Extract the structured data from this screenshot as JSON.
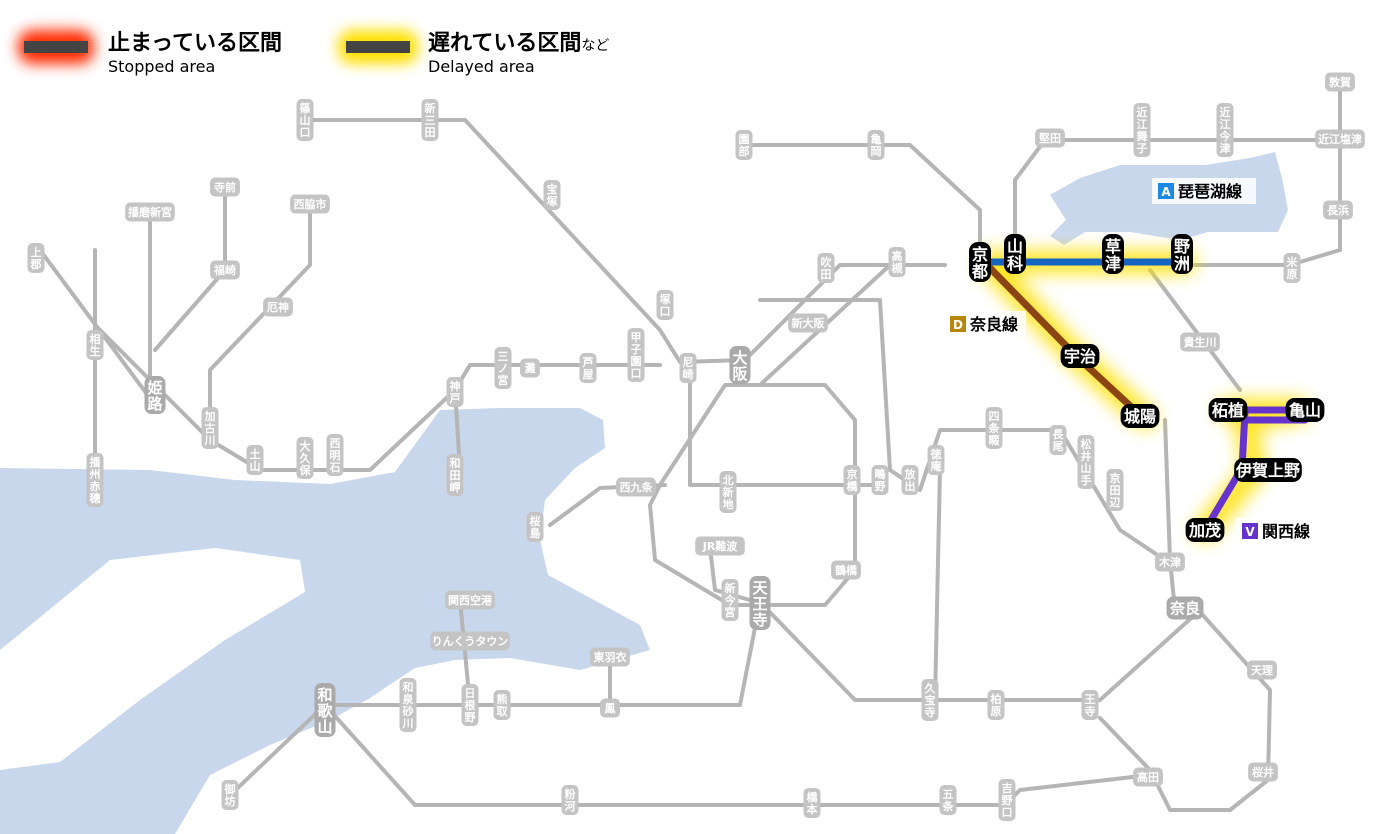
{
  "legend": {
    "stopped": {
      "label_ja": "止まっている区間",
      "label_en": "Stopped area",
      "glow": "#ff2a00"
    },
    "delayed": {
      "label_ja": "遅れている区間",
      "suffix": "など",
      "label_en": "Delayed area",
      "glow": "#ffe000"
    }
  },
  "colors": {
    "water": "#c9d7ed",
    "track": "#b5b5b5",
    "station_box": "#c4c4c4",
    "station_text": "#ffffff",
    "biwako": "#1565c0",
    "nara": "#8b4513",
    "kansai": "#6633cc",
    "major_box": "#000000"
  },
  "lines": {
    "biwako": {
      "badge": "A",
      "name": "琵琶湖線",
      "status": "delayed"
    },
    "nara": {
      "badge": "D",
      "name": "奈良線",
      "status": "delayed"
    },
    "kansai": {
      "badge": "V",
      "name": "関西線",
      "status": "delayed"
    }
  },
  "major_stations": [
    "京都",
    "山科",
    "草津",
    "野洲",
    "宇治",
    "城陽",
    "柘植",
    "亀山",
    "伊賀上野",
    "加茂"
  ],
  "stations": {
    "sasayamaguchi": "篠山口",
    "shinsanda": "新三田",
    "takarazuka": "宝塚",
    "tsukaguchi": "塚口",
    "amagasaki": "尼崎",
    "osaka": "大阪",
    "kitashinchi": "北新地",
    "shinosaka": "新大阪",
    "suita": "吹田",
    "takatsuki": "高槻",
    "sonobe": "園部",
    "kameoka": "亀岡",
    "katata": "堅田",
    "omimaiko": "近江舞子",
    "omiimazu": "近江今津",
    "tsuruga": "敦賀",
    "omishiotsu": "近江塩津",
    "nagahama": "長浜",
    "maibara": "米原",
    "kizugawadai": "木津",
    "nara": "奈良",
    "kibukawa": "貴生川",
    "kyobashi": "京橋",
    "shigino": "鴫野",
    "hanaten": "放出",
    "tsurumibashi": "鶴橋",
    "tennoji": "天王寺",
    "shinimamiya": "新今宮",
    "jrnamba": "JR難波",
    "nishikujo": "西九条",
    "sakurajima": "桜島",
    "kansaikuko": "関西空港",
    "rinku": "りんくうタウン",
    "higashihagoromo": "東羽衣",
    "hineno": "日根野",
    "kumatori": "熊取",
    "otori": "鳳",
    "izumisunagawa": "和泉砂川",
    "wakayama": "和歌山",
    "gobo": "御坊",
    "kokawa": "粉河",
    "hashimoto": "橋本",
    "gojo": "五条",
    "yoshinoguchi": "吉野口",
    "takada": "高田",
    "oji": "王寺",
    "kashiwara": "柏原",
    "kyuhoji": "久宝寺",
    "tenri": "天理",
    "sakurai": "桜井",
    "kyotanabe": "京田辺",
    "matsuiyamate": "松井山手",
    "nagao": "長尾",
    "shijonawate": "四条畷",
    "tokuan": "徳庵",
    "kobe": "神戸",
    "sannomiya": "三ノ宮",
    "nada": "灘",
    "ashiya": "芦屋",
    "koshienguchi": "甲子園口",
    "nishiakashi": "西明石",
    "okubo": "大久保",
    "dobashi": "土山",
    "kakogawa": "加古川",
    "yakujin": "厄神",
    "himeji": "姫路",
    "aioi": "相生",
    "kamigori": "上郡",
    "harimashingu": "播磨新宮",
    "teramae": "寺前",
    "fukusaki": "福崎",
    "nishiwakishi": "西脇市",
    "banshuako": "播州赤穂",
    "wadamisaki": "和田岬"
  }
}
